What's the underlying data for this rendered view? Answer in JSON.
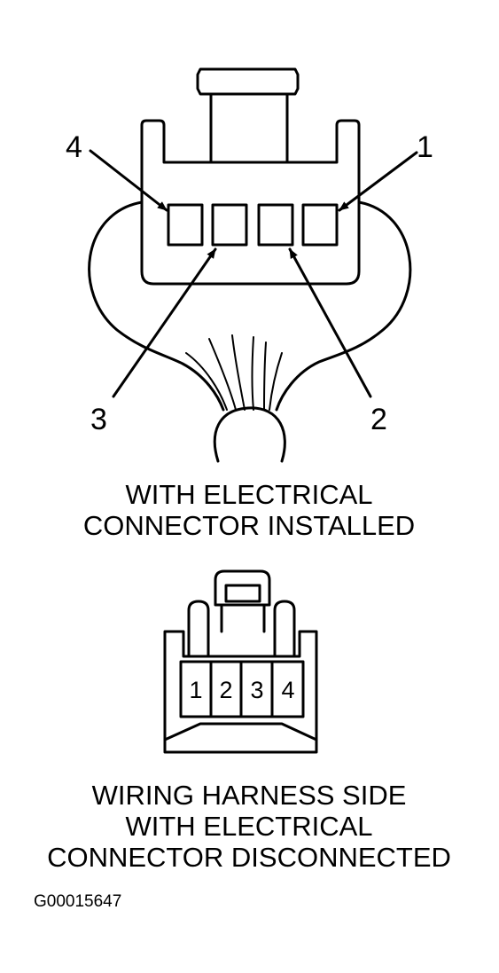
{
  "installed": {
    "pin_labels": [
      "4",
      "1",
      "3",
      "2"
    ],
    "caption_lines": [
      "WITH ELECTRICAL",
      "CONNECTOR INSTALLED"
    ]
  },
  "harness": {
    "slot_labels": [
      "1",
      "2",
      "3",
      "4"
    ],
    "caption_lines": [
      "WIRING HARNESS SIDE",
      "WITH ELECTRICAL",
      "CONNECTOR DISCONNECTED"
    ]
  },
  "figure_code": "G00015647"
}
